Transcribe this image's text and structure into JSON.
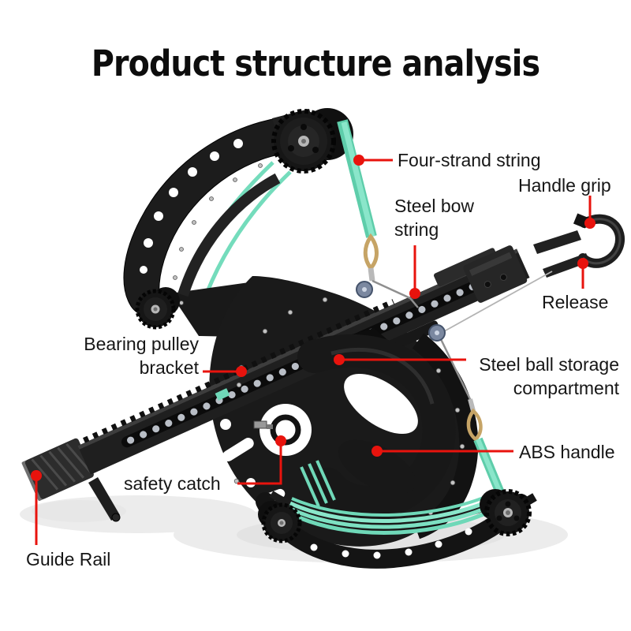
{
  "title": "Product structure analysis",
  "colors": {
    "accent": "#e8130d",
    "string": "#7de0c2",
    "loop_tan": "#c6a466",
    "body_black": "#1a1a1a"
  },
  "labels": {
    "four_strand": "Four-strand string",
    "handle_grip": "Handle grip",
    "steel_bow_1": "Steel bow",
    "steel_bow_2": "string",
    "release": "Release",
    "bearing_1": "Bearing pulley",
    "bearing_2": "bracket",
    "storage_1": "Steel ball storage",
    "storage_2": "compartment",
    "abs_handle": "ABS handle",
    "safety_catch": "safety catch",
    "guide_rail": "Guide Rail"
  }
}
